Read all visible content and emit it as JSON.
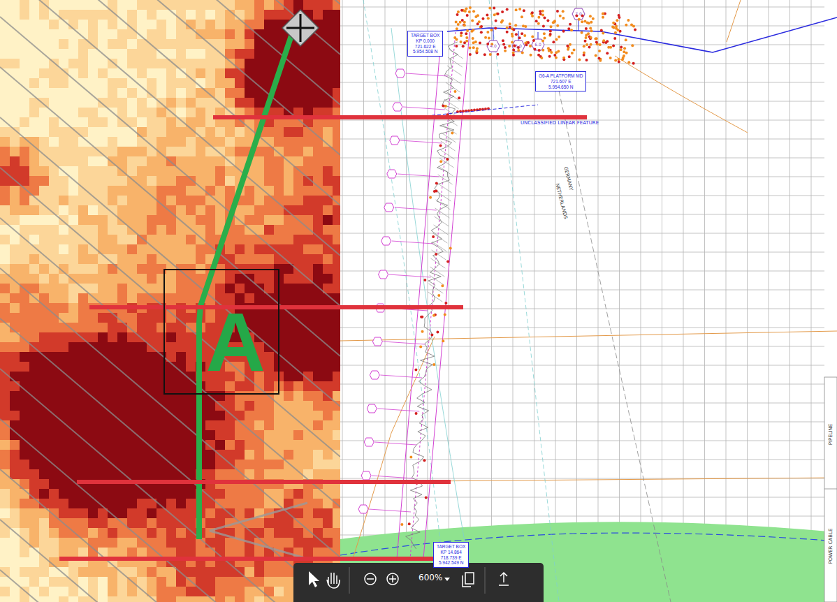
{
  "diagram": {
    "nodes": [
      {
        "text": [
          "TARGET BOX",
          "KP 0.000",
          "721.622 E",
          "5.954.508 N"
        ]
      },
      {
        "text": [
          "G6-A PLATFORM MD",
          "721.607 E",
          "5.954.650 N"
        ]
      },
      {
        "text": [
          "TARGET BOX",
          "KP 14.864",
          "718.739 E",
          "5.942.549 N"
        ]
      },
      {
        "text": [
          "A"
        ]
      }
    ],
    "labels": [
      "UNCLASSIFIED LINEAR FEATURE",
      "GERMANY",
      "NETHERLANDS",
      "4.0",
      "5.0",
      "6.0",
      "7.0",
      "PIPELINE",
      "POWER CABLE",
      "600%"
    ]
  }
}
